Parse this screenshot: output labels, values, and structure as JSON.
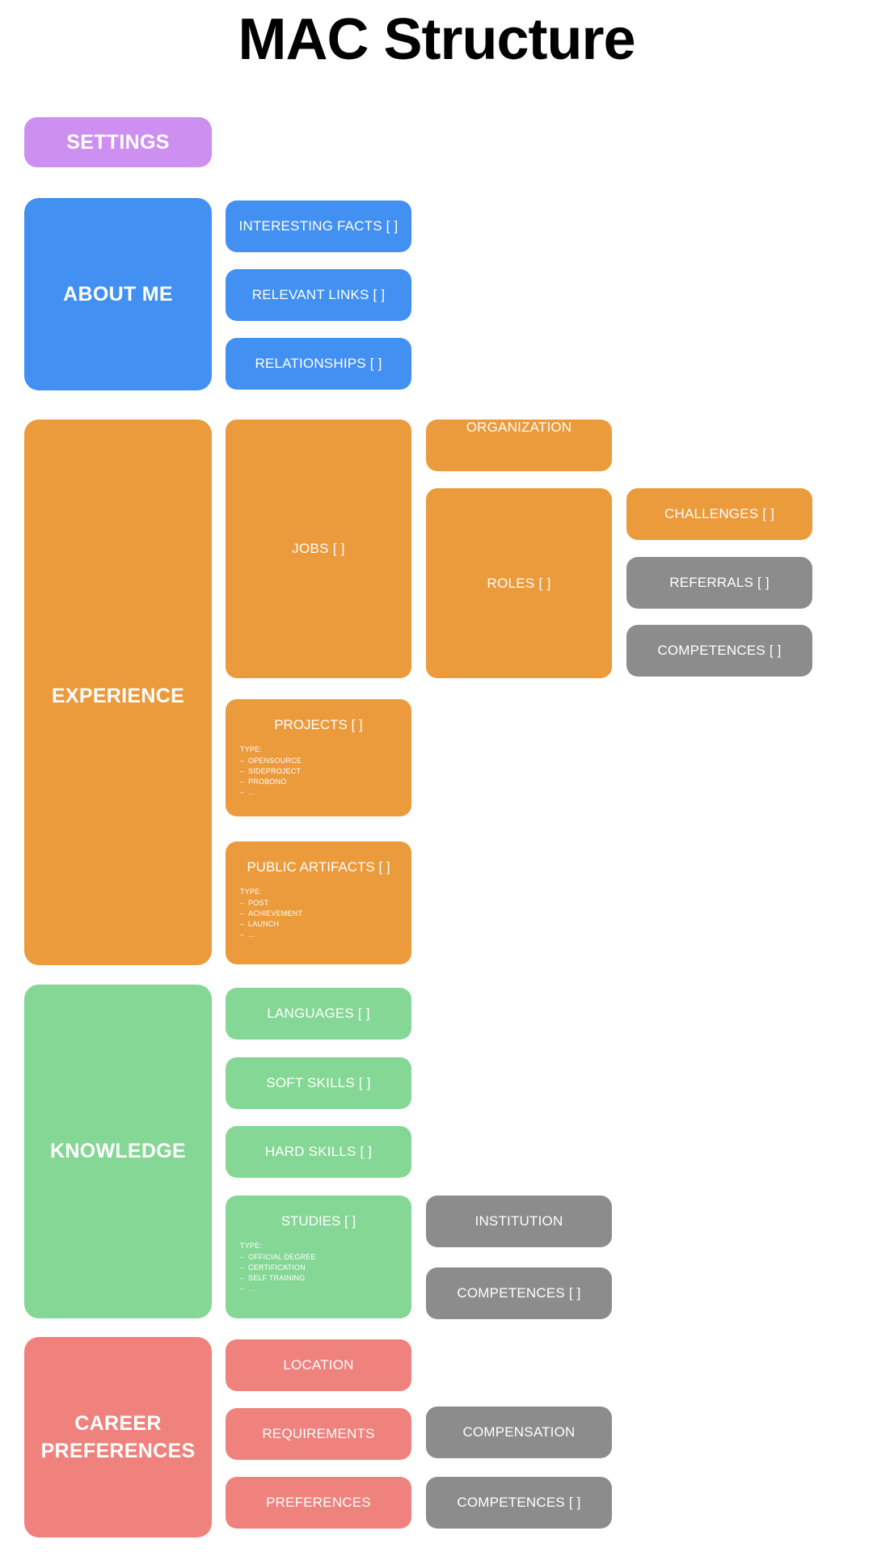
{
  "page": {
    "title": "MAC Structure",
    "background": "#ffffff"
  },
  "colors": {
    "settings": "#cd8ff0",
    "about_me": "#4190f2",
    "experience": "#eb9a3c",
    "knowledge": "#85d795",
    "career_preferences": "#ef827c",
    "shared_entity": "#8c8c8c",
    "title_text": "#000000",
    "box_text": "#ffffff"
  },
  "sections": [
    {
      "key": "settings",
      "label": "SETTINGS",
      "children": []
    },
    {
      "key": "about_me",
      "label": "ABOUT ME",
      "children": [
        {
          "label": "INTERESTING FACTS [ ]"
        },
        {
          "label": "RELEVANT LINKS [ ]"
        },
        {
          "label": "RELATIONSHIPS [ ]"
        }
      ]
    },
    {
      "key": "experience",
      "label": "EXPERIENCE",
      "children": [
        {
          "label": "JOBS [ ]"
        },
        {
          "label": "PROJECTS [ ]"
        },
        {
          "label": "PUBLIC ARTIFACTS [ ]"
        }
      ],
      "grandchildren": [
        {
          "label": "ORGANIZATION"
        },
        {
          "label": "ROLES [ ]"
        }
      ],
      "great_grandchildren": [
        {
          "label": "CHALLENGES [ ]"
        },
        {
          "label": "REFERRALS [ ]"
        },
        {
          "label": "COMPETENCES [ ]"
        }
      ]
    },
    {
      "key": "knowledge",
      "label": "KNOWLEDGE",
      "children": [
        {
          "label": "LANGUAGES [ ]"
        },
        {
          "label": "SOFT SKILLS [ ]"
        },
        {
          "label": "HARD SKILLS [ ]"
        },
        {
          "label": "STUDIES [ ]"
        }
      ],
      "grandchildren": [
        {
          "label": "INSTITUTION"
        },
        {
          "label": "COMPETENCES [ ]"
        }
      ]
    },
    {
      "key": "career_preferences",
      "label": "CAREER PREFERENCES",
      "label_line1": "CAREER",
      "label_line2": "PREFERENCES",
      "children": [
        {
          "label": "LOCATION"
        },
        {
          "label": "REQUIREMENTS"
        },
        {
          "label": "PREFERENCES"
        }
      ],
      "grandchildren": [
        {
          "label": "COMPENSATION"
        },
        {
          "label": "COMPETENCES [ ]"
        }
      ]
    }
  ],
  "type_lists": {
    "projects": {
      "heading": "TYPE:",
      "items": [
        "OPENSOURCE",
        "SIDEPROJECT",
        "PROBONO",
        "..."
      ]
    },
    "public_artifacts": {
      "heading": "TYPE:",
      "items": [
        "POST",
        "ACHIEVEMENT",
        "LAUNCH",
        "..."
      ]
    },
    "studies": {
      "heading": "TYPE:",
      "items": [
        "OFFICIAL DEGREE",
        "CERTIFICATION",
        "SELF TRAINING",
        "..."
      ]
    }
  }
}
